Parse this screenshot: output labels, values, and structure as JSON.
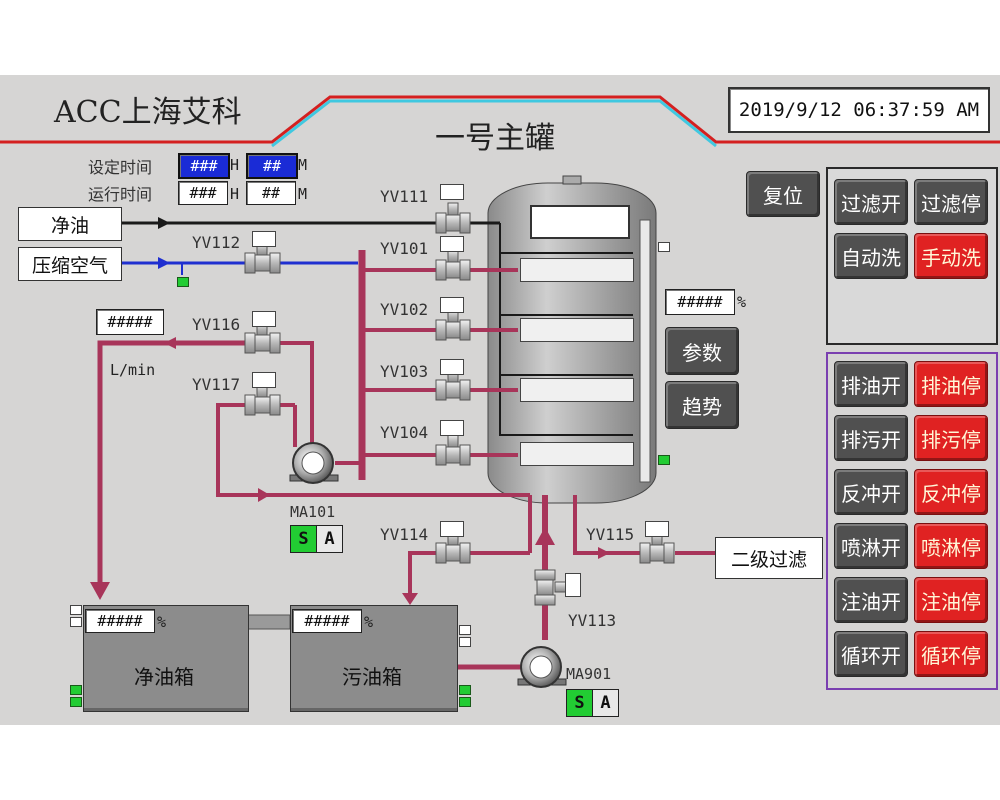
{
  "header": {
    "brand": "ACC上海艾科",
    "title": "一号主罐",
    "datetime": "2019/9/12 06:37:59 AM"
  },
  "timers": {
    "set_label": "设定时间",
    "run_label": "运行时间",
    "set_hours": "###",
    "set_minutes": "##",
    "run_hours": "###",
    "run_minutes": "##",
    "unit_h": "H",
    "unit_m": "M"
  },
  "inputs": {
    "clean_oil": "净油",
    "compressed_air": "压缩空气",
    "secondary_filter": "二级过滤"
  },
  "flow": {
    "value": "#####",
    "unit": "L/min"
  },
  "tank_level": {
    "value": "#####",
    "unit": "%"
  },
  "valves": {
    "yv111": "YV111",
    "yv112": "YV112",
    "yv101": "YV101",
    "yv102": "YV102",
    "yv103": "YV103",
    "yv104": "YV104",
    "yv116": "YV116",
    "yv117": "YV117",
    "yv114": "YV114",
    "yv115": "YV115",
    "yv113": "YV113"
  },
  "pumps": {
    "ma101": {
      "label": "MA101",
      "s": "S",
      "a": "A"
    },
    "ma901": {
      "label": "MA901",
      "s": "S",
      "a": "A"
    }
  },
  "tanks": {
    "clean": {
      "label": "净油箱",
      "value": "#####",
      "unit": "%"
    },
    "dirty": {
      "label": "污油箱",
      "value": "#####",
      "unit": "%"
    }
  },
  "buttons": {
    "reset": "复位",
    "params": "参数",
    "trend": "趋势",
    "filter_on": "过滤开",
    "filter_off": "过滤停",
    "auto_wash": "自动洗",
    "manual_wash": "手动洗",
    "drain_oil_on": "排油开",
    "drain_oil_off": "排油停",
    "drain_dirt_on": "排污开",
    "drain_dirt_off": "排污停",
    "backflush_on": "反冲开",
    "backflush_off": "反冲停",
    "spray_on": "喷淋开",
    "spray_off": "喷淋停",
    "fill_on": "注油开",
    "fill_off": "注油停",
    "cycle_on": "循环开",
    "cycle_off": "循环停"
  },
  "colors": {
    "pipe": "#a8355a",
    "air_pipe": "#1f2fd0",
    "oil_pipe": "#1a1a1a",
    "run_green": "#22cc33",
    "stop_red": "#e02222",
    "header_red": "#d42020",
    "header_cyan": "#40c8e0"
  }
}
